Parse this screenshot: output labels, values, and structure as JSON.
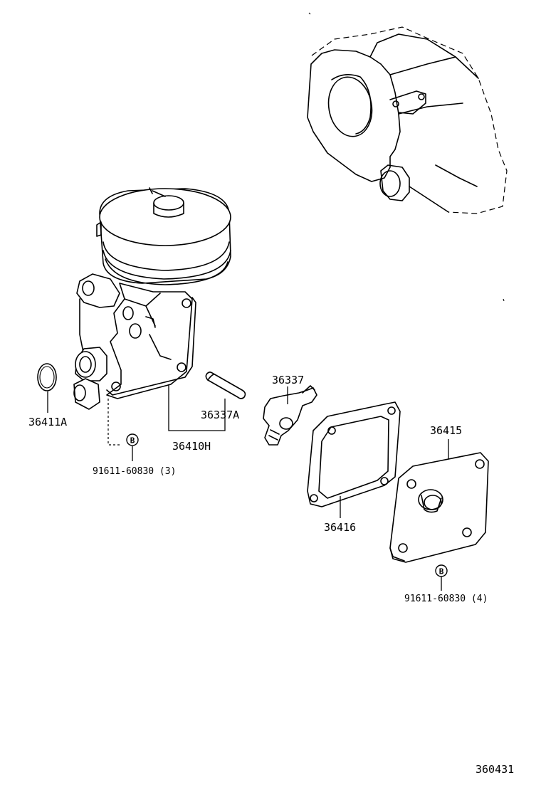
{
  "diagram": {
    "figure_code": "360431",
    "parts": [
      {
        "id": "p1",
        "label": "36411A"
      },
      {
        "id": "p2",
        "label": "36410H"
      },
      {
        "id": "p3",
        "label": "36337A"
      },
      {
        "id": "p4",
        "label": "36337"
      },
      {
        "id": "p5",
        "label": "36415"
      },
      {
        "id": "p6",
        "label": "36416"
      }
    ],
    "bolts": [
      {
        "id": "b1",
        "marker": "B",
        "label": "91611-60830 (3)"
      },
      {
        "id": "b2",
        "marker": "B",
        "label": "91611-60830 (4)"
      }
    ]
  }
}
